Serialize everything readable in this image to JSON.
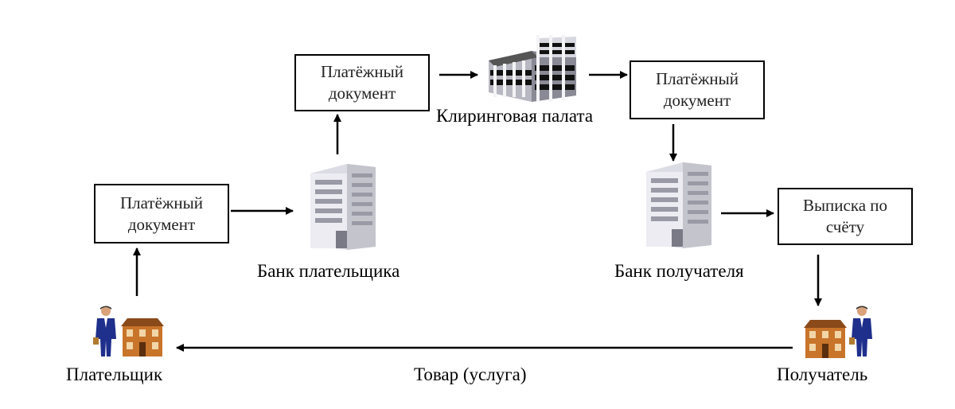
{
  "boxes": {
    "payer_doc": {
      "line1": "Платёжный",
      "line2": "документ"
    },
    "bank_doc": {
      "line1": "Платёжный",
      "line2": "документ"
    },
    "clearing_doc": {
      "line1": "Платёжный",
      "line2": "документ"
    },
    "statement": {
      "line1": "Выписка по",
      "line2": "счёту"
    }
  },
  "labels": {
    "clearing_house": "Клиринговая палата",
    "payer_bank": "Банк плательщика",
    "payee_bank": "Банк получателя",
    "payer": "Плательщик",
    "payee": "Получатель",
    "goods": "Товар (услуга)"
  },
  "icons": {
    "clearing_house": "columned-building-icon",
    "payer_bank": "office-building-icon",
    "payee_bank": "office-building-icon",
    "payer_person": "businessman-icon",
    "payer_house": "house-icon",
    "payee_person": "businessman-icon",
    "payee_house": "house-icon"
  },
  "colors": {
    "building_light": "#e8e8ee",
    "building_dark": "#9a9aa6",
    "house": "#c8742a",
    "suit": "#1f2f8c"
  }
}
